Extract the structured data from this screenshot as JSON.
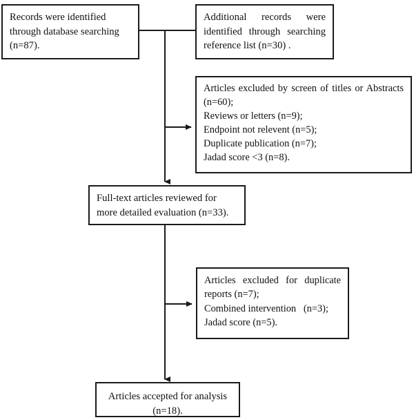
{
  "diagram": {
    "title": "PRISMA study selection flow diagram",
    "stroke_color": "#1a1a1a",
    "background_color": "#ffffff",
    "nodes": {
      "records_identified": {
        "text": "Records were identified\nthrough database searching\n(n=87)."
      },
      "additional_records": {
        "text": "Additional records were identified through searching reference list (n=30) ."
      },
      "excluded_screen": {
        "text": "Articles excluded by screen of titles or Abstracts (n=60);\nReviews or letters (n=9);\nEndpoint not relevent (n=5);\nDuplicate publication (n=7);\nJadad score <3 (n=8)."
      },
      "fulltext_reviewed": {
        "text": "Full-text articles reviewed for\nmore detailed evaluation (n=33)."
      },
      "excluded_duplicate": {
        "text": "Articles excluded for duplicate reports (n=7);\nCombined intervention   (n=3);\nJadad score (n=5)."
      },
      "accepted": {
        "text": "Articles accepted for analysis\n(n=18)."
      }
    },
    "connectors": [
      {
        "name": "records-to-additional-join",
        "type": "horizontal-line"
      },
      {
        "name": "trunk-to-fulltext",
        "type": "vertical-arrow"
      },
      {
        "name": "branch-to-excluded-screen",
        "type": "horizontal-arrow"
      },
      {
        "name": "trunk-to-accepted",
        "type": "vertical-arrow"
      },
      {
        "name": "branch-to-excluded-duplicate",
        "type": "horizontal-arrow"
      }
    ]
  }
}
